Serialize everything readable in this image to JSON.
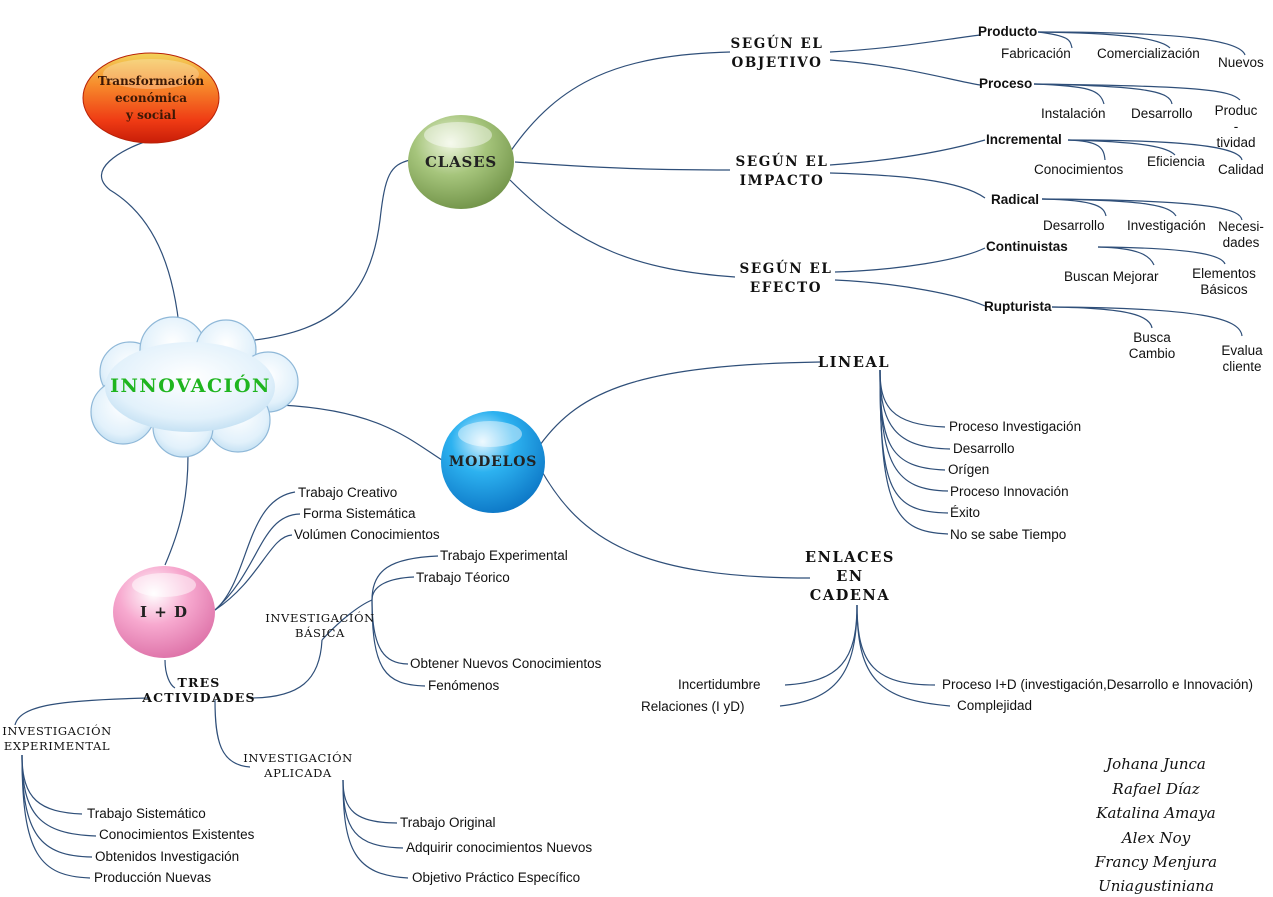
{
  "colors": {
    "link": "#2f4f79",
    "clases_node": "#93b868",
    "modelos_node": "#1aa3e8",
    "id_node": "#f59ac4",
    "transformacion_node": "#f5561c",
    "innovacion_text": "#1fb51f"
  },
  "center": {
    "label": "INNOVACIÓN"
  },
  "transformacion": {
    "label": "Transformación\neconómica\ny social"
  },
  "clases": {
    "label": "CLASES",
    "objetivo": {
      "label": "SEGÚN EL\nOBJETIVO",
      "producto": {
        "label": "Producto",
        "items": [
          "Fabricación",
          "Comercialización",
          "Nuevos"
        ]
      },
      "proceso": {
        "label": "Proceso",
        "items": [
          "Instalación",
          "Desarrollo",
          "Produc\n-tividad"
        ]
      }
    },
    "impacto": {
      "label": "SEGÚN EL\nIMPACTO",
      "incremental": {
        "label": "Incremental",
        "items": [
          "Conocimientos",
          "Eficiencia",
          "Calidad"
        ]
      },
      "radical": {
        "label": "Radical",
        "items": [
          "Desarrollo",
          "Investigación",
          "Necesi-\ndades"
        ]
      }
    },
    "efecto": {
      "label": "SEGÚN EL\nEFECTO",
      "continuistas": {
        "label": "Continuistas",
        "items": [
          "Buscan Mejorar",
          "Elementos\nBásicos"
        ]
      },
      "rupturista": {
        "label": "Rupturista",
        "items": [
          "Busca\nCambio",
          "Evalua\ncliente"
        ]
      }
    }
  },
  "modelos": {
    "label": "MODELOS",
    "lineal": {
      "label": "LINEAL",
      "items": [
        "Proceso Investigación",
        "Desarrollo",
        "Orígen",
        "Proceso Innovación",
        "Éxito",
        "No se sabe Tiempo"
      ]
    },
    "enlaces": {
      "label": "ENLACES\nEN\nCADENA",
      "left": [
        "Incertidumbre",
        "Relaciones (I yD)"
      ],
      "right": [
        "Proceso I+D (investigación,Desarrollo e Innovación)",
        "Complejidad"
      ]
    }
  },
  "id": {
    "label": "I + D",
    "items": [
      "Trabajo Creativo",
      "Forma Sistemática",
      "Volúmen Conocimientos"
    ],
    "tres": {
      "label": "TRES\nACTIVIDADES",
      "basica": {
        "label": "INVESTIGACIÓN\nBÁSICA",
        "items": [
          "Trabajo Experimental",
          "Trabajo Téorico",
          "Obtener Nuevos Conocimientos",
          "Fenómenos"
        ]
      },
      "experimental": {
        "label": "INVESTIGACIÓN\nEXPERIMENTAL",
        "items": [
          "Trabajo Sistemático",
          "Conocimientos Existentes",
          "Obtenidos Investigación",
          "Producción Nuevas"
        ]
      },
      "aplicada": {
        "label": "INVESTIGACIÓN\nAPLICADA",
        "items": [
          "Trabajo Original",
          "Adquirir conocimientos Nuevos",
          "Objetivo Práctico Específico"
        ]
      }
    }
  },
  "authors": [
    "Johana Junca",
    "Rafael Díaz",
    "Katalina Amaya",
    "Alex Noy",
    "Francy Menjura",
    "Uniagustiniana"
  ]
}
